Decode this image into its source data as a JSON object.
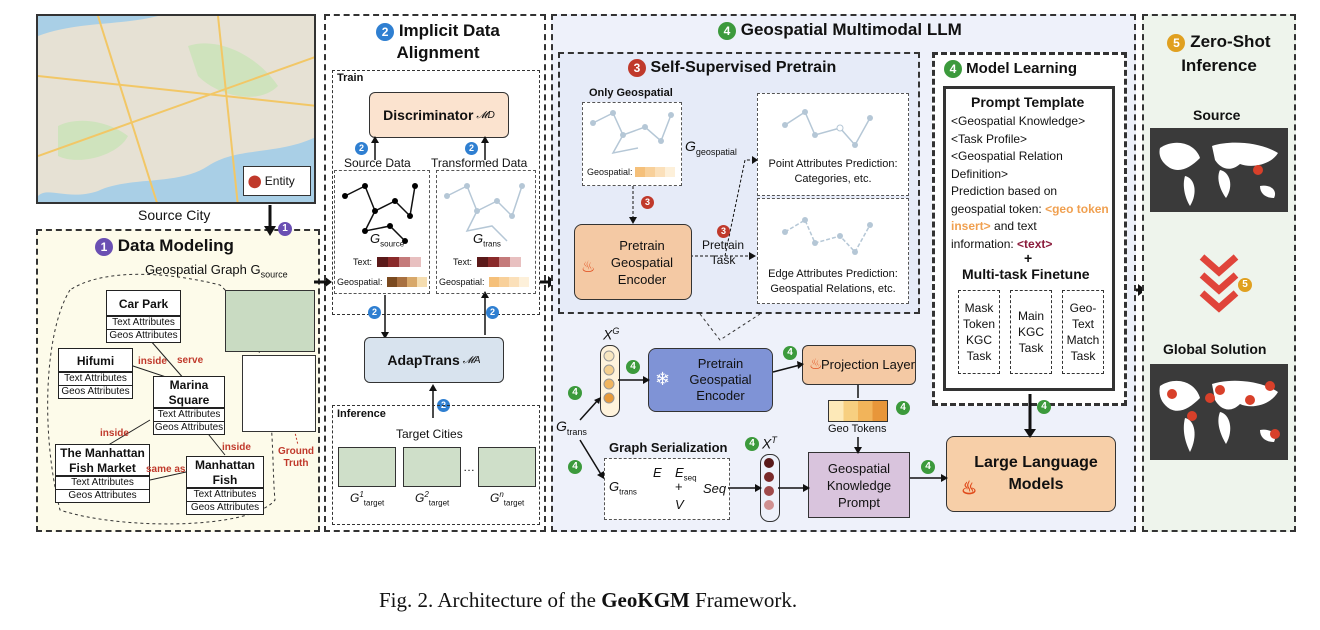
{
  "source_city": {
    "label": "Source City",
    "entity_label": "Entity"
  },
  "data_modeling": {
    "num": "1",
    "title": "Data Modeling",
    "graph_label": "Geospatial Graph G",
    "graph_sub": "source",
    "nodes": {
      "car_park": "Car Park",
      "hifumi": "Hifumi",
      "marina": "Marina Square",
      "manhattan_market": "The Manhattan Fish Market",
      "manhattan_fish": "Manhattan Fish"
    },
    "text_attr": "Text Attributes",
    "geo_attr": "Geos Attributes",
    "relations": {
      "inside": "inside",
      "serve": "serve",
      "same_as": "same as"
    },
    "ground_truth": "Ground Truth"
  },
  "alignment": {
    "num": "2",
    "title": "Implicit Data Alignment",
    "train": "Train",
    "discriminator": "Discriminator",
    "disc_sym": "𝓜D",
    "source_data": "Source Data",
    "transformed_data": "Transformed Data",
    "g_source": "G",
    "g_source_sub": "source",
    "g_trans": "G",
    "g_trans_sub": "trans",
    "text": "Text:",
    "geospatial": "Geospatial:",
    "adaptrans": "AdapTrans",
    "adap_sym": "𝓜A",
    "inference": "Inference",
    "target_cities": "Target Cities",
    "targets": [
      "G",
      "G",
      "…",
      "G"
    ],
    "target_sups": [
      "1",
      "2",
      "",
      "n"
    ],
    "target_sub": "target"
  },
  "llm": {
    "num": "4",
    "title": "Geospatial Multimodal LLM",
    "pretrain": {
      "num": "3",
      "title": "Self-Supervised Pretrain",
      "only_geo": "Only Geospatial",
      "geospatial": "Geospatial:",
      "g_geo": "G",
      "g_geo_sub": "geospatial",
      "encoder": "Pretrain Geospatial Encoder",
      "task": "Pretrain Task",
      "point_pred": "Point Attributes Prediction: Categories, etc.",
      "edge_pred": "Edge Attributes Prediction: Geospatial Relations, etc."
    },
    "model_learning": {
      "title": "Model Learning",
      "prompt_title": "Prompt Template",
      "lines": [
        "<Geospatial Knowledge>",
        "<Task Profile>",
        "<Geospatial Relation",
        "Definition>",
        "Prediction based on",
        "geospatial token: "
      ],
      "geo_token": "<geo token insert>",
      "and_text": " and text",
      "text_info": "information: ",
      "text_token": "<text>",
      "plus": "+",
      "finetune": "Multi-task Finetune",
      "tasks": [
        "Mask Token KGC Task",
        "Main KGC Task",
        "Geo-Text Match Task"
      ]
    },
    "xg": "X",
    "xg_sup": "G",
    "xt": "X",
    "xt_sup": "T",
    "g_trans": "G",
    "g_trans_sub": "trans",
    "frozen_encoder": "Pretrain Geospatial Encoder",
    "projection": "Projection Layer",
    "geo_tokens": "Geo Tokens",
    "serialization": "Graph Serialization",
    "ser_E": "E",
    "ser_Eseq": "E",
    "ser_seq_sub": "seq",
    "ser_Seq": "Seq",
    "ser_V": "V",
    "ser_plus": "+",
    "knowledge_prompt": "Geospatial Knowledge Prompt",
    "llm": "Large Language Models"
  },
  "zero_shot": {
    "num": "5",
    "title": "Zero-Shot Inference",
    "source": "Source",
    "global": "Global Solution"
  },
  "caption": {
    "prefix": "Fig. 2.  Architecture of the ",
    "bold": "GeoKGM",
    "suffix": " Framework."
  },
  "colors": {
    "blue_badge": "#2f7fd1",
    "purple_badge": "#6a4fb3",
    "red_badge": "#c0392b",
    "green_badge": "#3c9a3c",
    "orange_badge": "#e0a020",
    "discriminator": "#fbe3cf",
    "adaptrans": "#d8e3ee",
    "encoder_orange": "#f4c9a4",
    "encoder_blue": "#7f93d6",
    "prompt_purple": "#d9c4dd",
    "llm_orange": "#f7cfa8",
    "llm_panel": "#eef1fa",
    "zero_panel": "#eef4ec"
  },
  "icons": [
    "location-pin-icon",
    "fire-icon",
    "snowflake-icon",
    "world-map-icon",
    "chevron-down-icon"
  ]
}
